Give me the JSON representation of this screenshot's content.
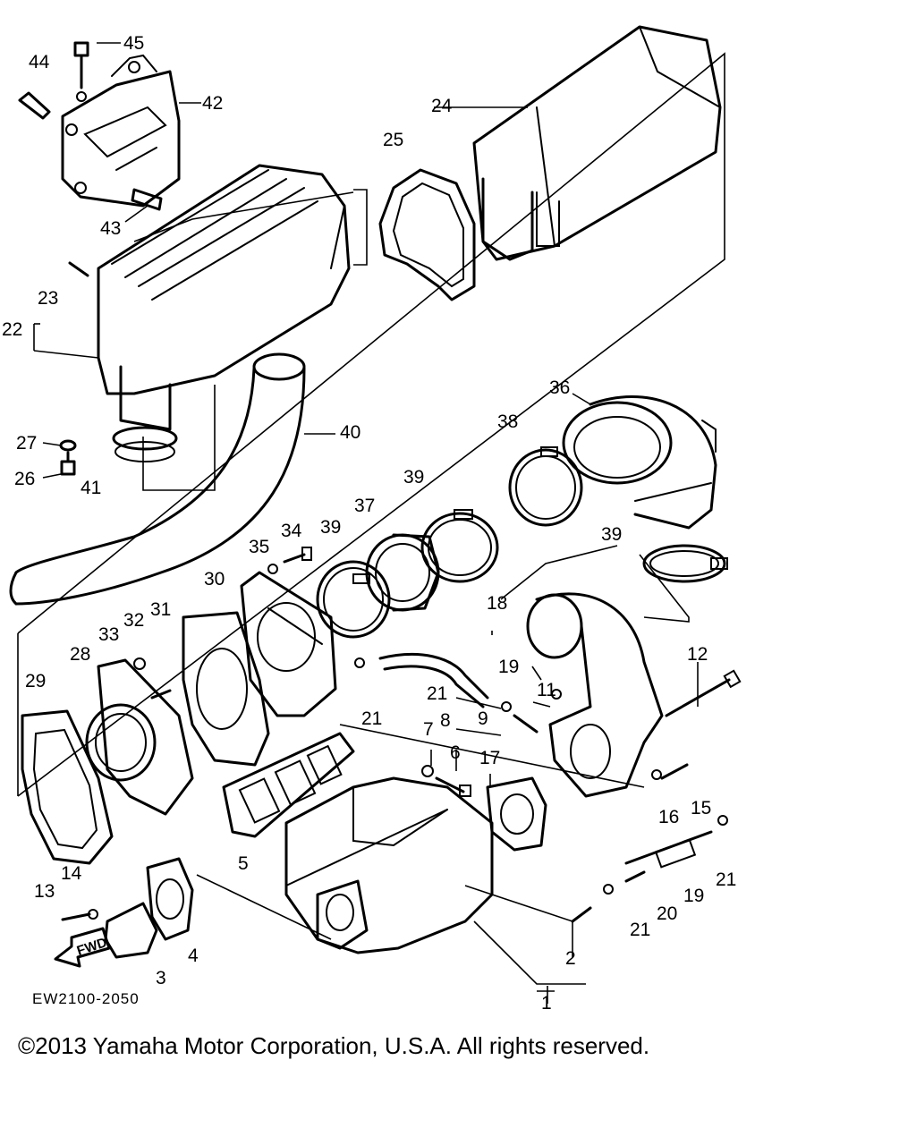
{
  "diagram": {
    "code": "EW2100-2050",
    "fwd_label": "FWD",
    "callouts": [
      "1",
      "2",
      "3",
      "4",
      "5",
      "6",
      "7",
      "8",
      "9",
      "11",
      "12",
      "13",
      "14",
      "15",
      "16",
      "17",
      "18",
      "19",
      "20",
      "21",
      "22",
      "23",
      "24",
      "25",
      "26",
      "27",
      "28",
      "29",
      "30",
      "31",
      "32",
      "33",
      "34",
      "35",
      "36",
      "37",
      "38",
      "39",
      "40",
      "41",
      "42",
      "43",
      "44",
      "45"
    ]
  },
  "footer": {
    "copyright": "©2013 Yamaha Motor Corporation, U.S.A. All rights reserved."
  }
}
